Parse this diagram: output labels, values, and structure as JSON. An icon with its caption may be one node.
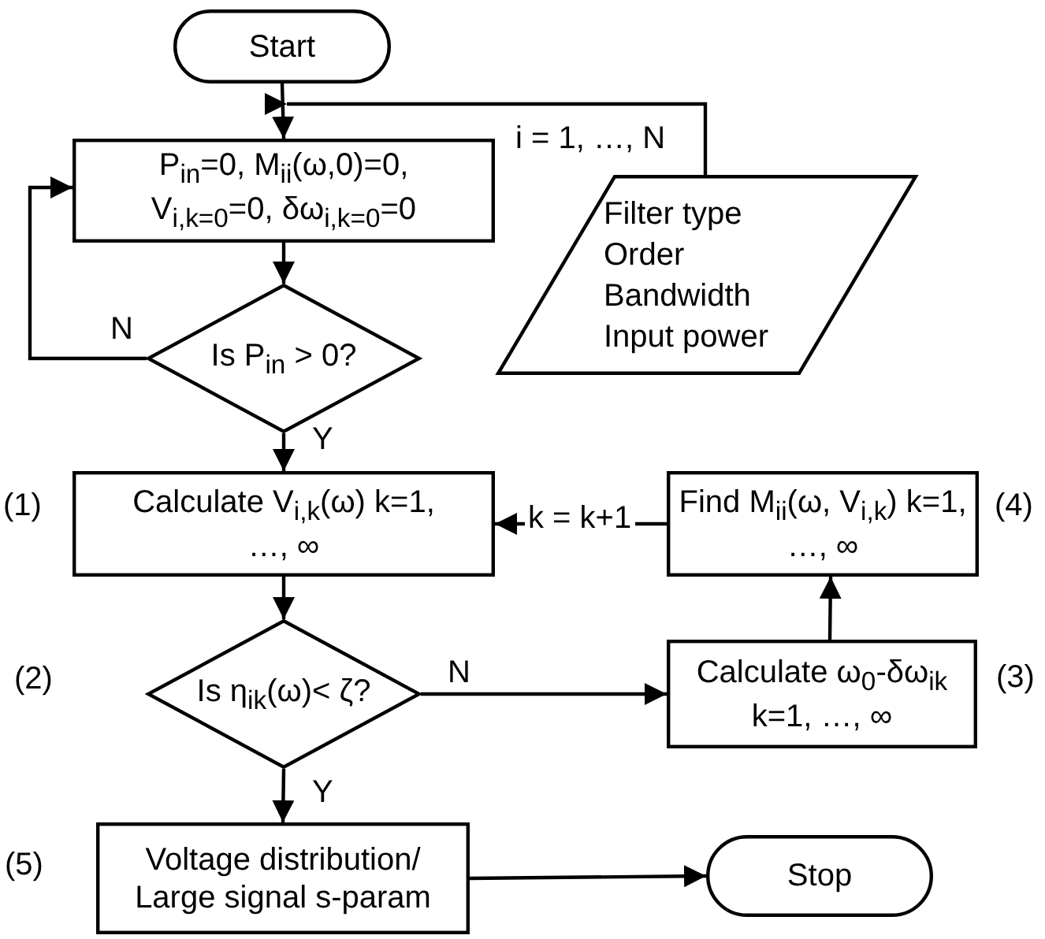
{
  "diagram": {
    "nodes": [
      {
        "text": [
          "Start"
        ]
      },
      {
        "text": [
          "P$_{in}$=0, M$_{ii}$(ω,0)=0, V$_{i,k=0}$=0, δω$_{i,k=0}$=0"
        ]
      },
      {
        "text": [
          "Is P$_{in}$ > 0?"
        ]
      },
      {
        "text": [
          "Filter type",
          "Order",
          "Bandwidth",
          "Input power"
        ]
      },
      {
        "text": [
          "Calculate V$_{i,k}$(ω) k=1, …, ∞"
        ],
        "beside": [
          "(1)"
        ]
      },
      {
        "text": [
          "Find M$_{ii}$(ω, V$_{i,k}$) k=1, …, ∞"
        ],
        "beside": [
          "(4)"
        ]
      },
      {
        "text": [
          "Is η$_{ik}$(ω)< ζ?"
        ],
        "beside": [
          "(2)"
        ]
      },
      {
        "text": [
          "Calculate ω$_{0}$-δω$_{ik}$ k=1, …, ∞"
        ],
        "beside": [
          "(3)"
        ]
      },
      {
        "text": [
          "Voltage distribution/ Large signal s-param"
        ],
        "beside": [
          "(5)"
        ]
      },
      {
        "text": [
          "Stop"
        ]
      }
    ],
    "edges": [
      {
        "from": 0,
        "to": 1,
        "arrow": "to"
      },
      {
        "from": 3,
        "to": 1,
        "arrow": "to",
        "label": "i = 1, …, N"
      },
      {
        "from": 1,
        "to": 2,
        "arrow": "to"
      },
      {
        "from": 2,
        "to": 1,
        "arrow": "to",
        "label": "N"
      },
      {
        "from": 2,
        "to": 4,
        "arrow": "to",
        "label": "Y"
      },
      {
        "from": 4,
        "to": 6,
        "arrow": "to"
      },
      {
        "from": 6,
        "to": 7,
        "arrow": "to",
        "label": "N"
      },
      {
        "from": 7,
        "to": 5,
        "arrow": "to"
      },
      {
        "from": 5,
        "to": 4,
        "arrow": "to",
        "label": "k = k+1"
      },
      {
        "from": 6,
        "to": 8,
        "arrow": "to",
        "label": "Y"
      },
      {
        "from": 8,
        "to": 9,
        "arrow": "to"
      }
    ]
  }
}
